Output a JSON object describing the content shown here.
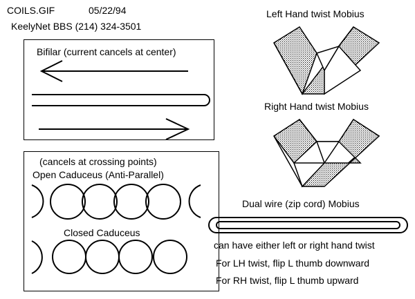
{
  "header": {
    "filename": "COILS.GIF",
    "date": "05/22/94",
    "bbs": "KeelyNet BBS (214) 324-3501"
  },
  "bifilar": {
    "title": "Bifilar (current cancels at center)"
  },
  "caduceus": {
    "note": "(cancels at crossing points)",
    "open_title": "Open Caduceus (Anti-Parallel)",
    "closed_title": "Closed Caduceus"
  },
  "mobius": {
    "left_title": "Left Hand twist Mobius",
    "right_title": "Right Hand twist Mobius",
    "dual_title": "Dual wire (zip cord) Mobius",
    "notes": [
      "can have either left or right hand twist",
      "For LH twist, flip L thumb downward",
      "For RH twist, flip L thumb upward"
    ]
  },
  "colors": {
    "line": "#000000",
    "hatch": "#b8b8b8",
    "background": "#ffffff"
  }
}
